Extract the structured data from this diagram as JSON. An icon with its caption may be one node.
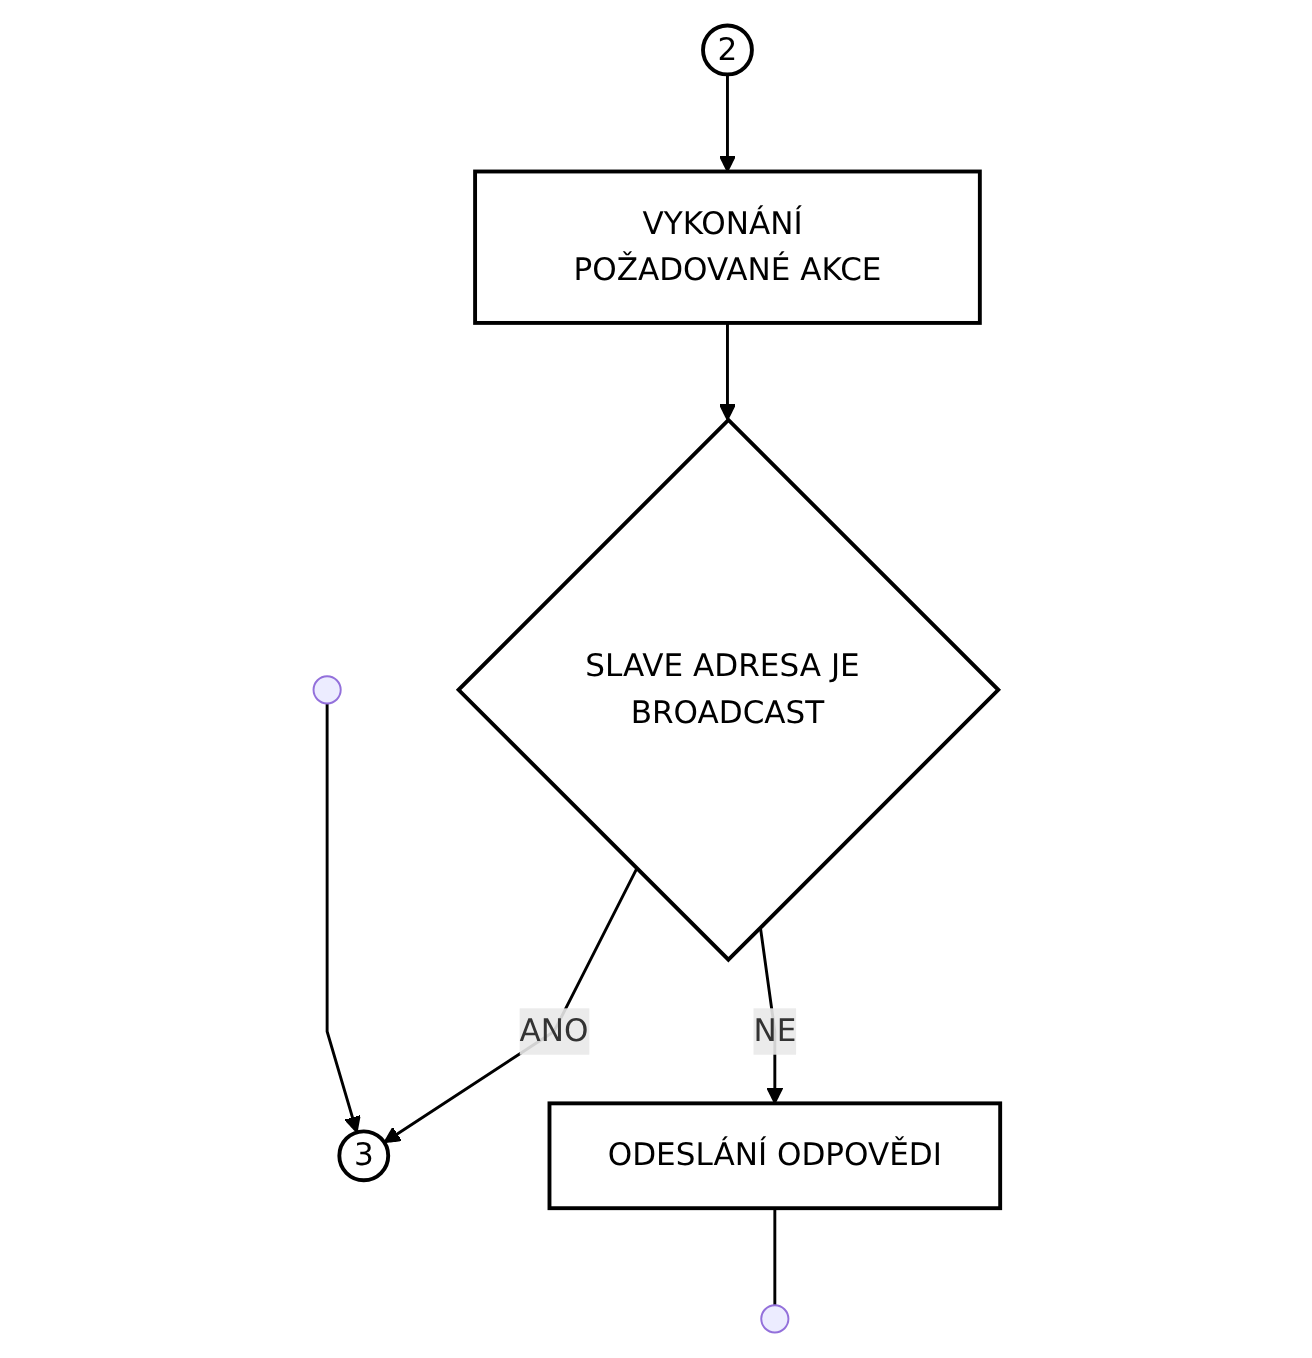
{
  "diagram": {
    "nodes": [
      {
        "text": [
          "3"
        ]
      },
      {
        "text": [
          "2"
        ]
      },
      {
        "text": [
          "VYKONÁNÍ POŽADOVANÉ AKCE"
        ]
      },
      {
        "text": [
          "SLAVE ADRESA JE BROADCAST"
        ]
      },
      {
        "text": [
          "ODESLÁNÍ ODPOVĚDI"
        ]
      }
    ],
    "edges": [
      {
        "from": 1,
        "to": 2,
        "arrow": "to"
      },
      {
        "from": 2,
        "to": 3,
        "arrow": "to"
      },
      {
        "from": 3,
        "to": 0,
        "label": "ANO",
        "arrow": "to"
      },
      {
        "from": null,
        "to": 0,
        "arrow": "to"
      },
      {
        "from": 3,
        "to": 4,
        "label": "NE",
        "arrow": "to"
      },
      {
        "from": 4,
        "to": null,
        "arrow": "none"
      }
    ]
  }
}
